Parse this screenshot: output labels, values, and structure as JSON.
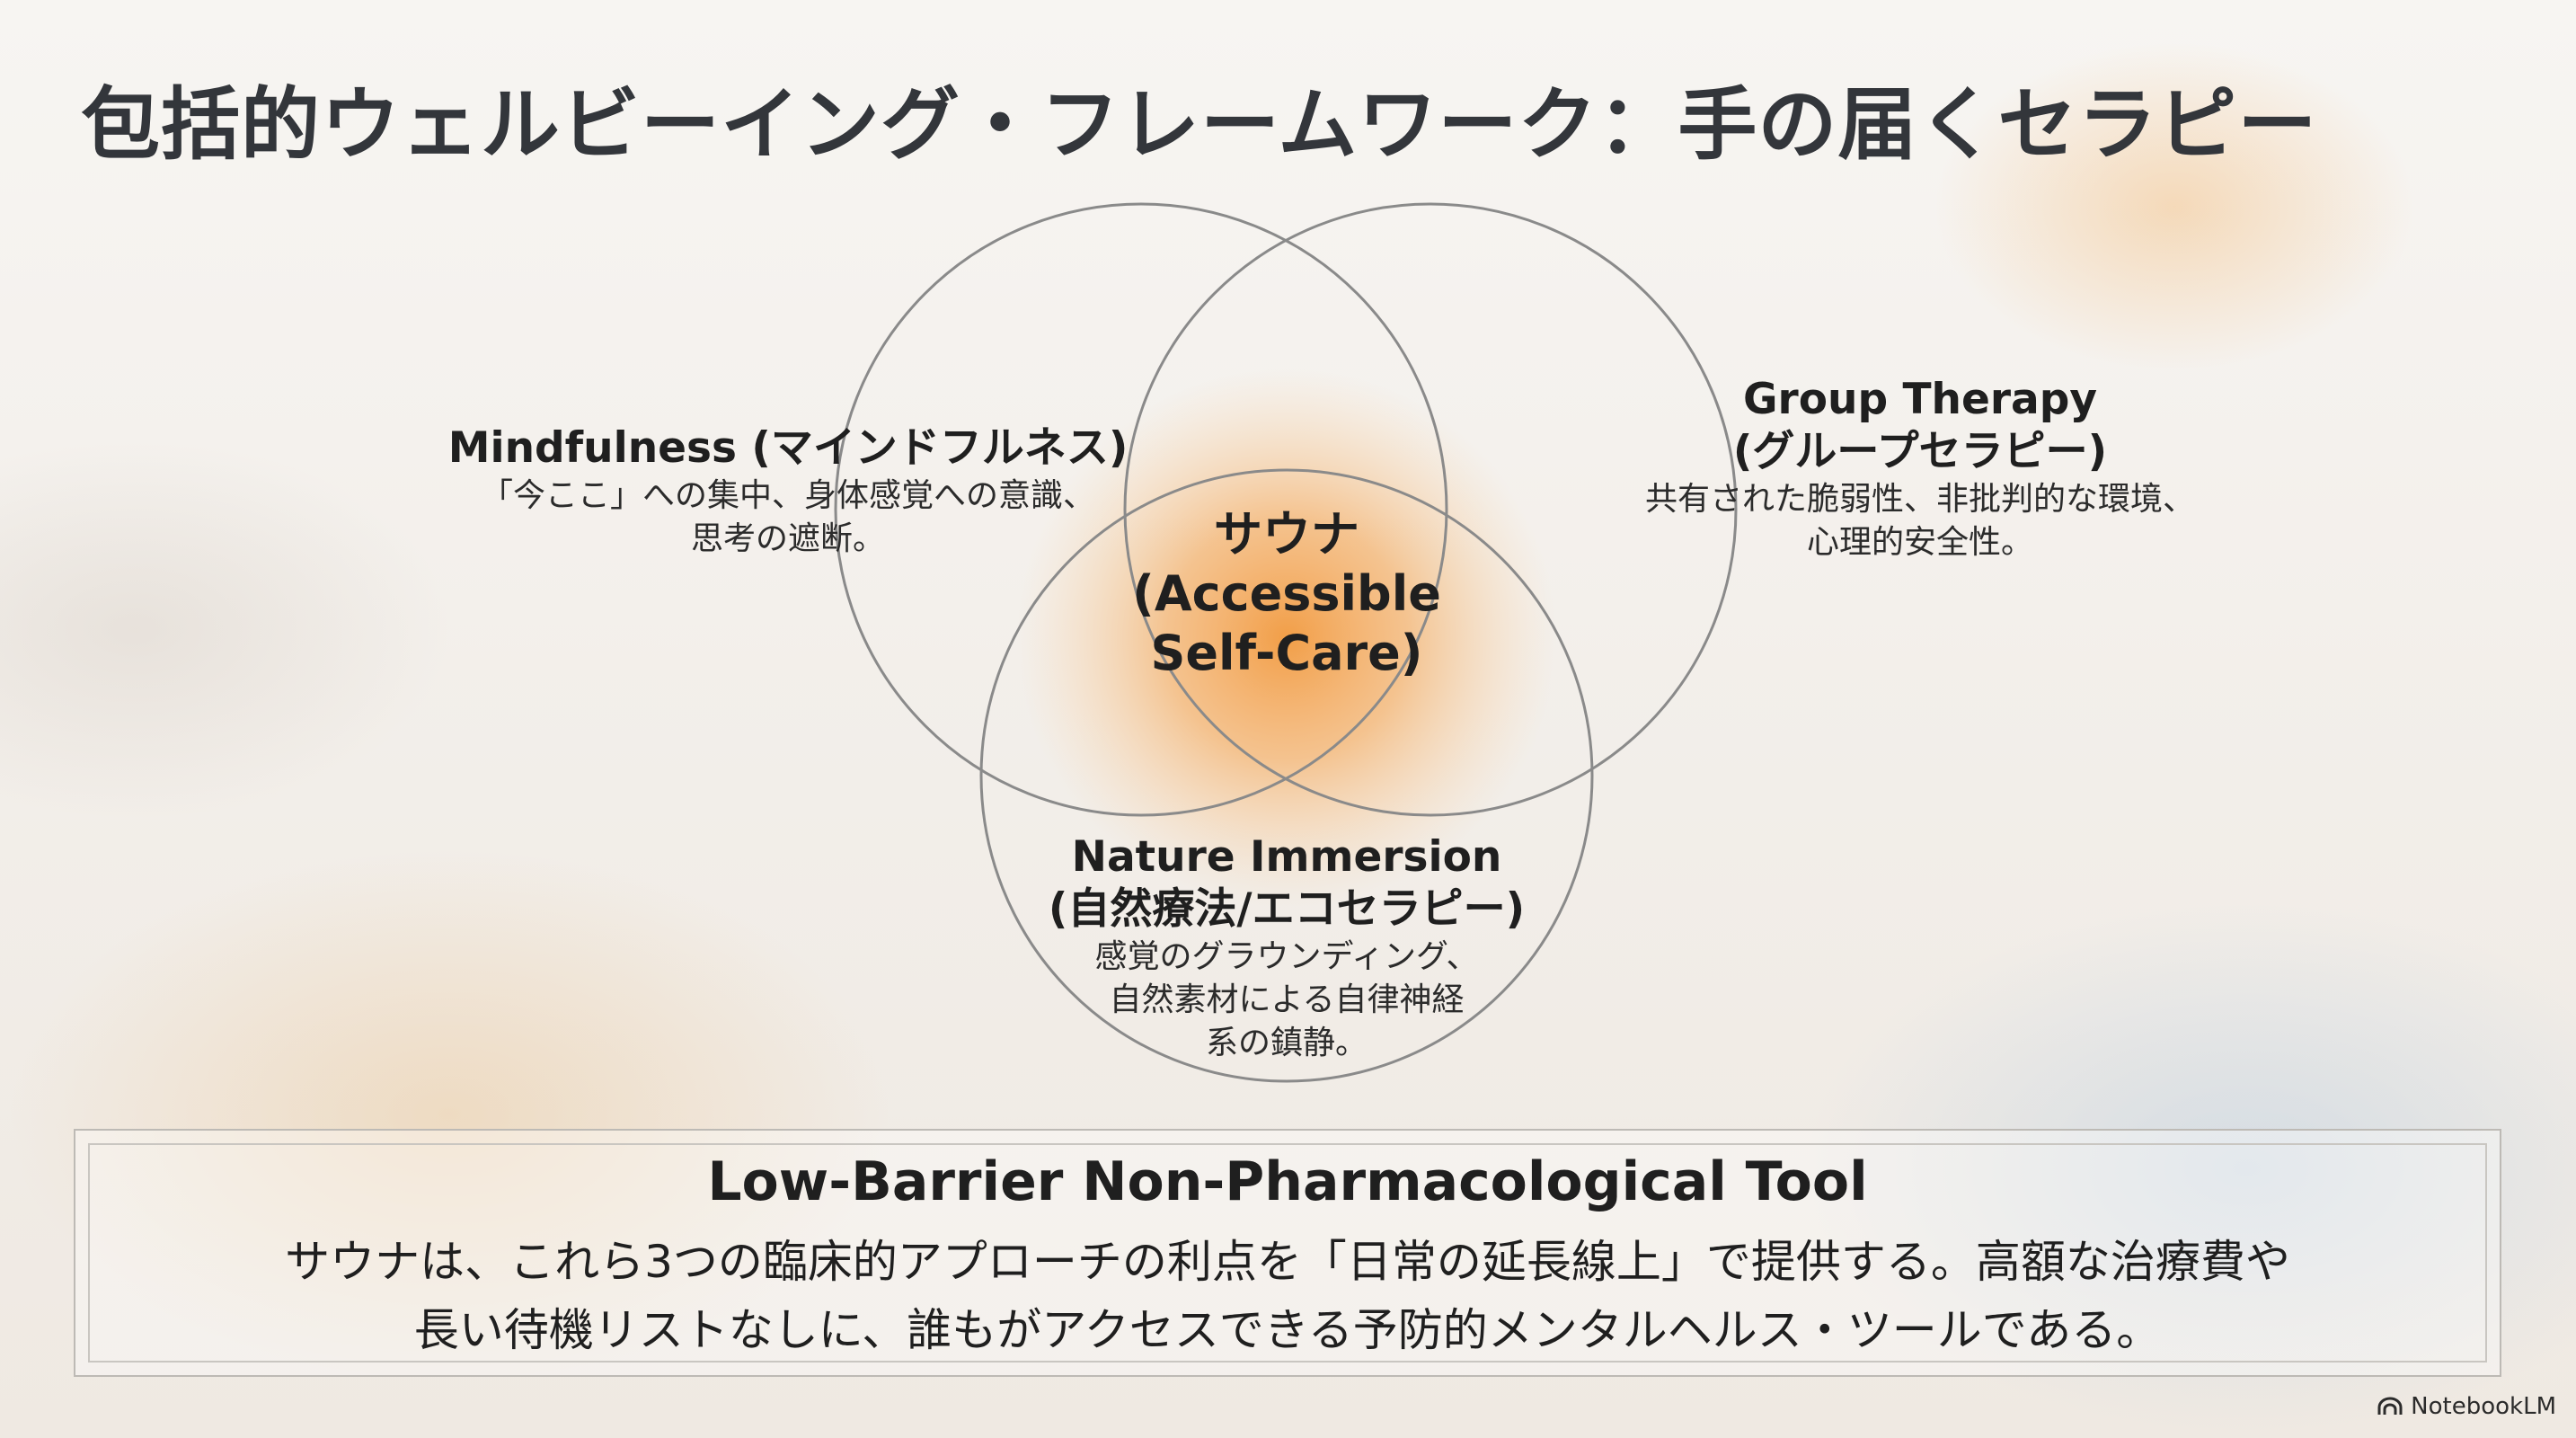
{
  "title": "包括的ウェルビーイング・フレームワーク：手の届くセラピー",
  "venn": {
    "mindfulness": {
      "title": "Mindfulness (マインドフルネス)",
      "desc_lines": [
        "「今ここ」への集中、身体感覚への意識、",
        "思考の遮断。"
      ]
    },
    "group_therapy": {
      "title_lines": [
        "Group Therapy",
        "(グループセラピー)"
      ],
      "desc_lines": [
        "共有された脆弱性、非批判的な環境、",
        "心理的安全性。"
      ]
    },
    "nature": {
      "title_lines": [
        "Nature Immersion",
        "(自然療法/エコセラピー)"
      ],
      "desc_lines": [
        "感覚のグラウンディング、",
        "自然素材による自律神経",
        "系の鎮静。"
      ]
    },
    "center": {
      "title_lines": [
        "サウナ",
        "(Accessible",
        "Self-Care)"
      ]
    },
    "colors": {
      "glow": "#f4a04a",
      "circle_stroke": "#8a8a8a"
    }
  },
  "footer": {
    "title": "Low-Barrier Non-Pharmacological Tool",
    "body_lines": [
      "サウナは、これら3つの臨床的アプローチの利点を「日常の延長線上」で提供する。高額な治療費や",
      "長い待機リストなしに、誰もがアクセスできる予防的メンタルヘルス・ツールである。"
    ]
  },
  "brand": {
    "label": "NotebookLM",
    "icon": "notebooklm-logo-icon"
  }
}
